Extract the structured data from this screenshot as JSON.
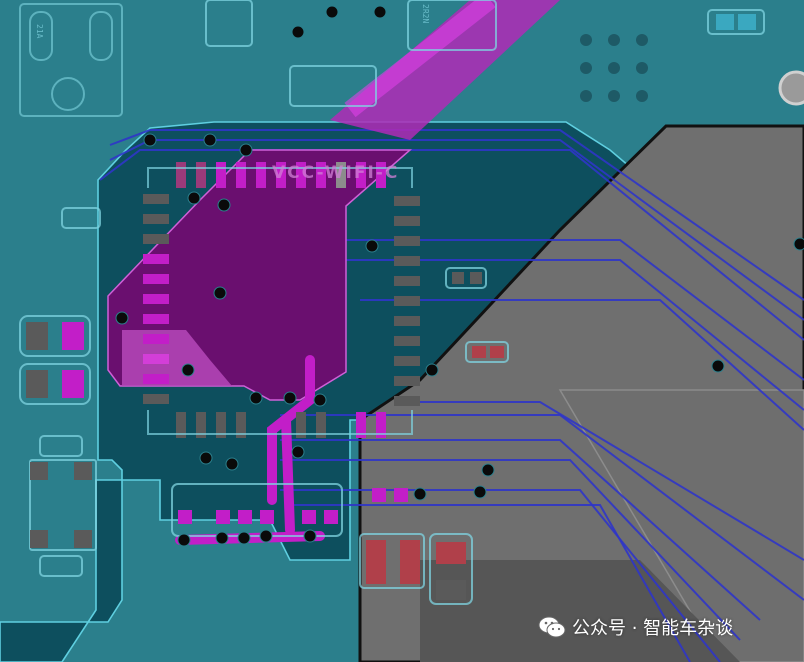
{
  "board": {
    "net_label": "VCC-WIFI-C",
    "silk_labels": [
      "21A",
      "2R2N"
    ],
    "colors": {
      "background": "#2b7f8c",
      "pour_dark": "#0d4f5e",
      "pour_outline": "#5fcfe0",
      "copper_magenta": "#c21ec8",
      "plane_purple": "#6a0f6f",
      "gnd_gray": "#6f6f6f",
      "gnd_gray_dark": "#474747",
      "trace_blue": "#2f35c8",
      "via": "#0a0a0a",
      "pad_red": "#b0404a"
    }
  },
  "watermark": {
    "icon": "wechat-icon",
    "text": "公众号 · 智能车杂谈"
  }
}
